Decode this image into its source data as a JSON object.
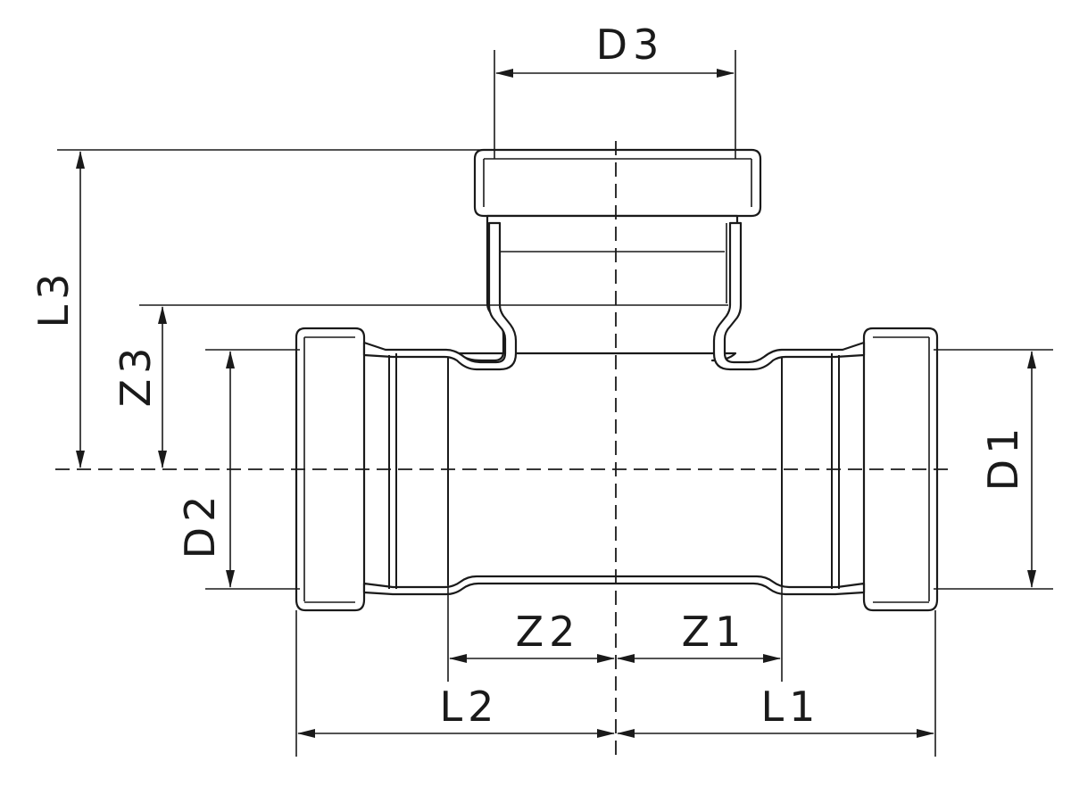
{
  "labels": {
    "d3": "D3",
    "l3": "L3",
    "z3": "Z3",
    "d2": "D2",
    "d1": "D1",
    "z2": "Z2",
    "z1": "Z1",
    "l2": "L2",
    "l1": "L1"
  },
  "colors": {
    "line": "#1a1a1a",
    "background": "#ffffff"
  }
}
